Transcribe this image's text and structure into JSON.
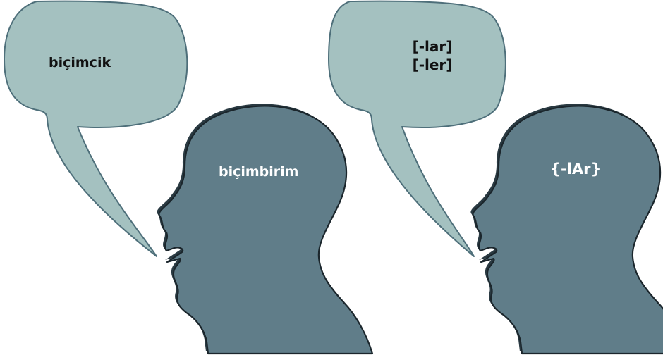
{
  "left_figure": {
    "bubble_text": "biçimcik",
    "head_text": "biçimbirim"
  },
  "right_figure": {
    "bubble_lines": [
      "[-lar]",
      "[-ler]"
    ],
    "head_text": "{-lAr}"
  },
  "colors": {
    "head": "#607d89",
    "bubble": "#a4c1c0",
    "outline": "#1b262c"
  }
}
